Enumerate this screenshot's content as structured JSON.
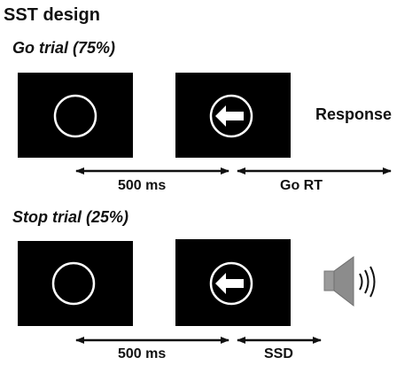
{
  "title": "SST design",
  "go_trial": {
    "label": "Go trial (75%)",
    "response_label": "Response",
    "interval_1": "500 ms",
    "interval_2": "Go RT"
  },
  "stop_trial": {
    "label": "Stop trial (25%)",
    "interval_1": "500 ms",
    "interval_2": "SSD",
    "stop_signal_icon": "speaker-sound-icon"
  },
  "colors": {
    "screen": "#000000",
    "stimulus": "#ffffff",
    "speaker": "#8c8c8c"
  }
}
